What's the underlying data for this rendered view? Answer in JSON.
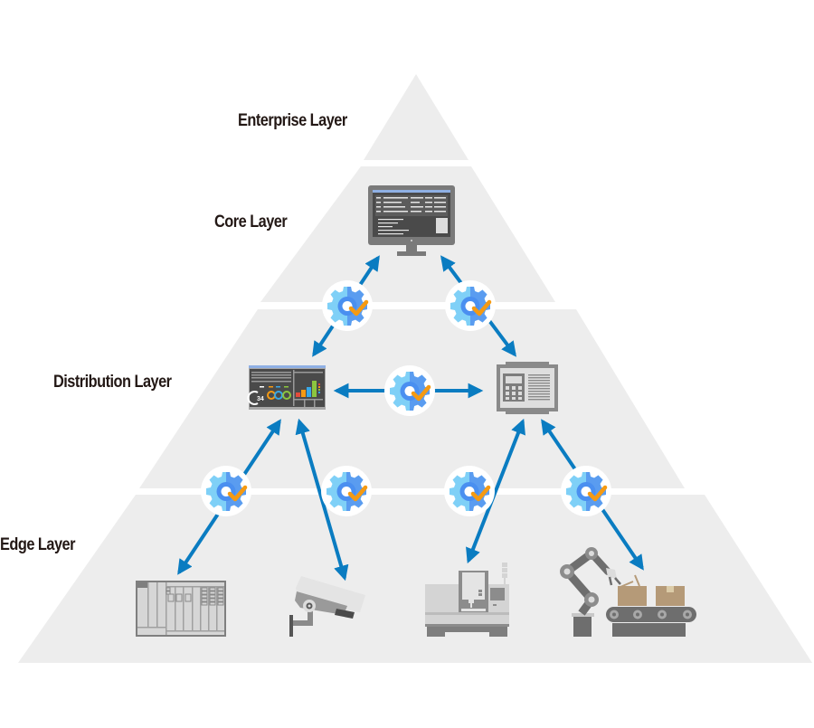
{
  "diagram": {
    "title": "Network layer pyramid",
    "colors": {
      "pyramid_fill": "#ededed",
      "separator": "#ffffff",
      "arrow": "#0a7cc1",
      "gear_light": "#7fd0f7",
      "gear_dark": "#5a9cf0",
      "gear_ring": "#4a8ff0",
      "check": "#f59a12",
      "label_text": "#231815",
      "device_dark": "#6d6d6d",
      "device_mid": "#9a9a9a",
      "device_light": "#d6d6d6",
      "screen_bar": "#8fb0e4",
      "box_brown": "#b59a78"
    },
    "layers": [
      {
        "id": "enterprise",
        "label": "Enterprise Layer"
      },
      {
        "id": "core",
        "label": "Core Layer"
      },
      {
        "id": "distribution",
        "label": "Distribution Layer"
      },
      {
        "id": "edge",
        "label": "Edge Layer"
      }
    ],
    "nodes": [
      {
        "id": "core-monitor",
        "layer": "core",
        "icon": "desktop-monitor-icon"
      },
      {
        "id": "dashboard-panel",
        "layer": "distribution",
        "icon": "dashboard-panel-icon"
      },
      {
        "id": "control-terminal",
        "layer": "distribution",
        "icon": "control-terminal-icon"
      },
      {
        "id": "plc-rack",
        "layer": "edge",
        "icon": "plc-rack-icon"
      },
      {
        "id": "security-camera",
        "layer": "edge",
        "icon": "security-camera-icon"
      },
      {
        "id": "cnc-machine",
        "layer": "edge",
        "icon": "cnc-machine-icon"
      },
      {
        "id": "robot-conveyor",
        "layer": "edge",
        "icon": "robot-arm-conveyor-icon"
      }
    ],
    "connections": [
      {
        "from": "dashboard-panel",
        "to": "core-monitor",
        "bidirectional": true,
        "via": "gear-check-icon"
      },
      {
        "from": "control-terminal",
        "to": "core-monitor",
        "bidirectional": true,
        "via": "gear-check-icon"
      },
      {
        "from": "dashboard-panel",
        "to": "control-terminal",
        "bidirectional": true,
        "via": "gear-check-icon"
      },
      {
        "from": "plc-rack",
        "to": "dashboard-panel",
        "bidirectional": true,
        "via": "gear-check-icon"
      },
      {
        "from": "security-camera",
        "to": "dashboard-panel",
        "bidirectional": true,
        "via": "gear-check-icon"
      },
      {
        "from": "cnc-machine",
        "to": "control-terminal",
        "bidirectional": true,
        "via": "gear-check-icon"
      },
      {
        "from": "robot-conveyor",
        "to": "control-terminal",
        "bidirectional": true,
        "via": "gear-check-icon"
      }
    ],
    "dashboard_gauge_value": "34"
  }
}
